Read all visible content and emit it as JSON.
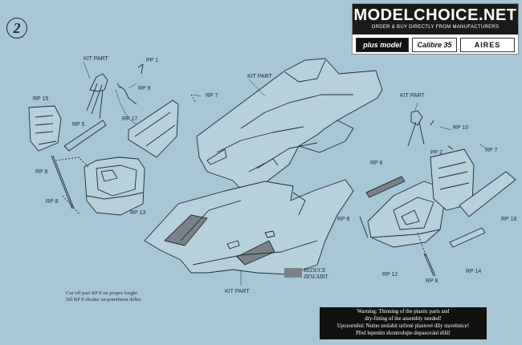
{
  "step_number": "2",
  "brand": {
    "name": "MODELCHOICE.NET",
    "tagline": "ORDER & BUY DIRECTLY FROM MANUFACTURERS",
    "logos": [
      "plus model",
      "Calibre 35",
      "AIRES"
    ]
  },
  "labels": {
    "kit_part_1": "KIT PART",
    "kit_part_2": "KIT PART",
    "kit_part_3": "KIT PART",
    "kit_part_4": "KIT PART",
    "pp1": "PP 1",
    "pp2": "PP 2",
    "rp9_a": "RP 9",
    "rp7_a": "RP 7",
    "rp15": "RP 15",
    "rp5": "RP 5",
    "rp17": "RP 17",
    "rp8_a": "RP 8",
    "rp8_b": "RP 8",
    "rp13": "RP 13",
    "rp10": "RP 10",
    "rp7_b": "RP 7",
    "rp6": "RP 6",
    "rp8_c": "RP 8",
    "rp18": "RP 18",
    "rp12": "RP 12",
    "rp14": "RP 14",
    "rp8_d": "RP 8"
  },
  "notes": {
    "cut_line1": "Cut off part RP 8 on proper lenght",
    "cut_line2": "Díl RP 8 zkrátte na potrebnou délku",
    "reduce_en": "REDUCE",
    "reduce_cz": "ZESLABIT"
  },
  "warning": {
    "line1": "Warning: Thinning of the plastic parts and",
    "line2": "dry-fitting of the assembly needed!",
    "line3": "Upozornění: Nutno zeslabit určené plastové díly stavebnice!",
    "line4": "Před lepením zkontrolujte dopasování dílů!"
  },
  "colors": {
    "paper": "#a8c7d6",
    "ink": "#1e2a33",
    "reduce_hatch": "#7a8288",
    "warning_bg": "#111111"
  }
}
